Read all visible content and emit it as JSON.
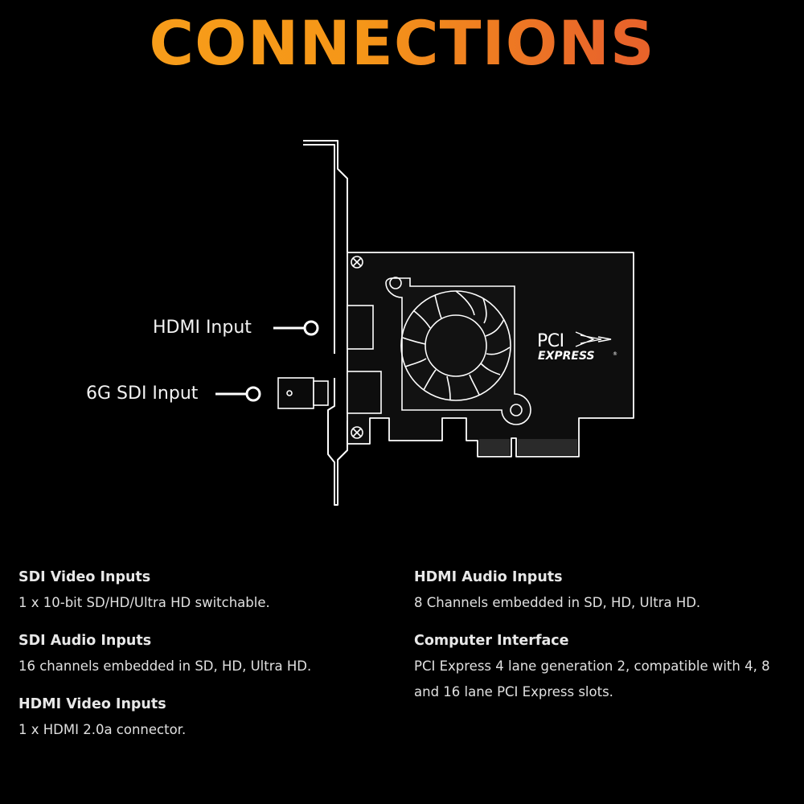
{
  "title": "CONNECTIONS",
  "colors": {
    "background": "#000000",
    "title_gradient_start": "#f9a21b",
    "title_gradient_end": "#e3572b",
    "line": "#ffffff",
    "board": "#111111"
  },
  "diagram": {
    "callouts": {
      "hdmi": "HDMI Input",
      "sdi": "6G SDI Input"
    },
    "logo": {
      "word1": "PCI",
      "word2": "EXPRESS",
      "mark": "®"
    },
    "icons": [
      "fan-icon",
      "screw-icon",
      "bnc-connector-icon",
      "hdmi-port-icon"
    ]
  },
  "specs": {
    "left": [
      {
        "title": "SDI Video Inputs",
        "text": "1 x 10-bit SD/HD/Ultra HD switchable."
      },
      {
        "title": "SDI Audio Inputs",
        "text": "16 channels embedded in SD, HD, Ultra HD."
      },
      {
        "title": "HDMI Video Inputs",
        "text": "1 x HDMI 2.0a connector."
      }
    ],
    "right": [
      {
        "title": "HDMI Audio Inputs",
        "text": "8 Channels embedded in SD, HD, Ultra HD."
      },
      {
        "title": "Computer Interface",
        "text": "PCI Express 4 lane generation 2, compatible with 4, 8 and 16 lane PCI Express slots."
      }
    ]
  }
}
